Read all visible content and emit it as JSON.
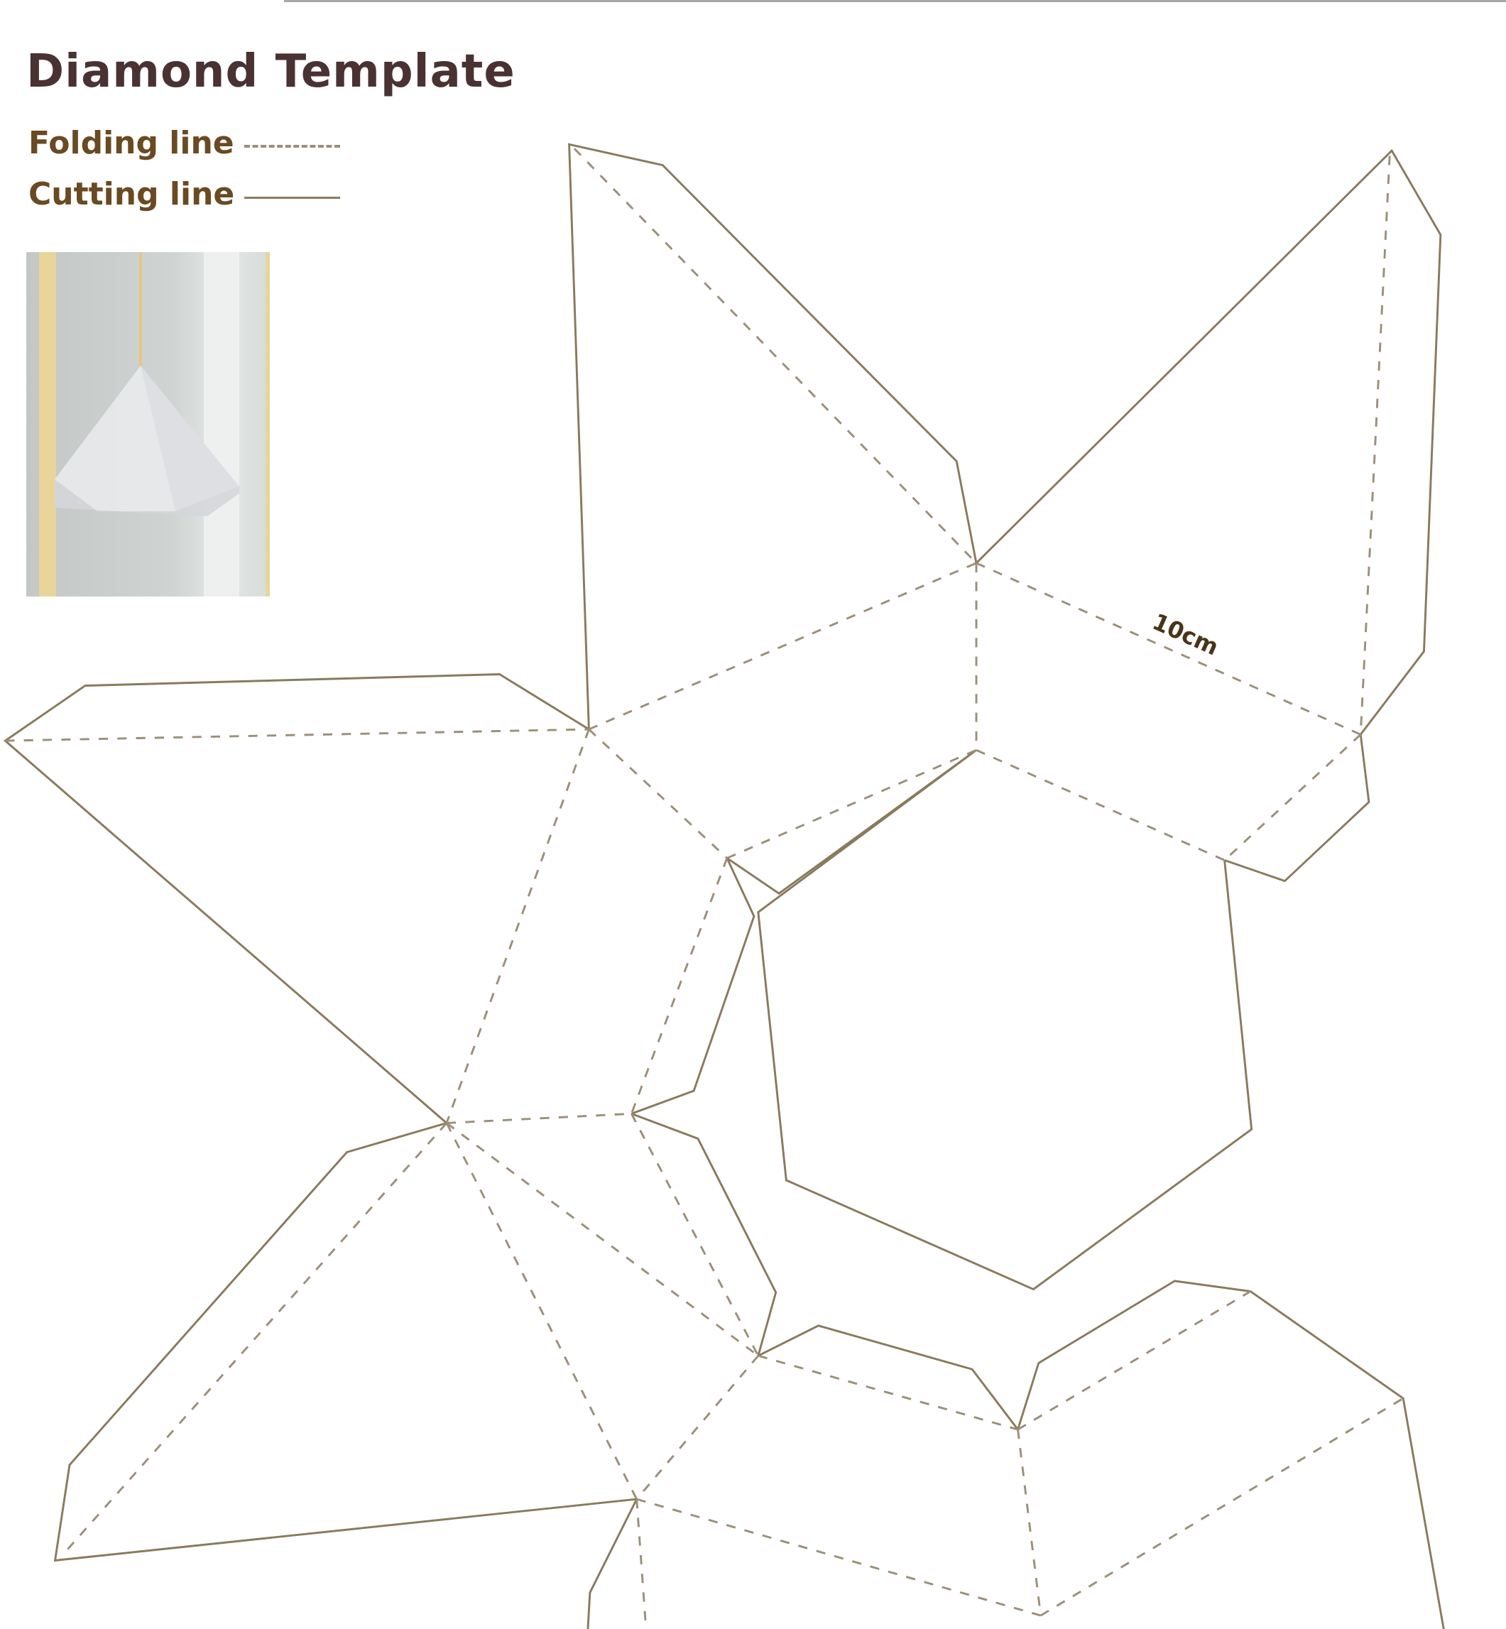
{
  "title": "Diamond Template",
  "legend": {
    "folding": "Folding line",
    "cutting": "Cutting line"
  },
  "photo": {
    "alt": "Finished paper diamond hanging on ribbon"
  },
  "dimension_label": "10cm",
  "colors": {
    "title": "#4a3232",
    "legend_text": "#6a4a22",
    "line": "#8a7a5c",
    "background": "#ffffff"
  }
}
